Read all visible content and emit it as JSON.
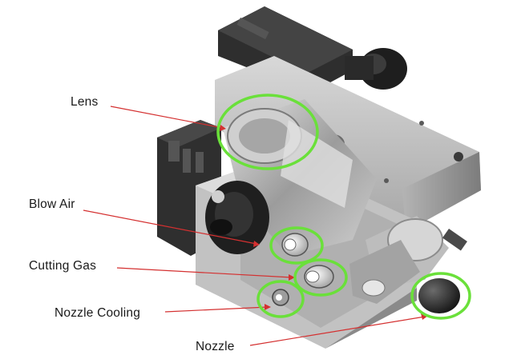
{
  "labels": {
    "lens": "Lens",
    "blow_air": "Blow Air",
    "cutting_gas": "Cutting Gas",
    "nozzle_cooling": "Nozzle Cooling",
    "nozzle": "Nozzle"
  },
  "colors": {
    "highlight_circle": "#6ae03a",
    "leader_line": "#d43030",
    "body_dark": "#3a3a3a",
    "body_mid": "#8a8a8a",
    "body_light": "#c9c9c9"
  }
}
